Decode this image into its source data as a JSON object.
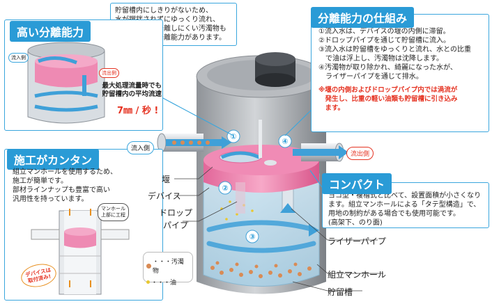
{
  "top_box": {
    "lines": [
      "貯留槽内にしきりがないため、",
      "水が撹拌されずにゆっくり流れ、",
      "油の他、水と分離しにくい汚濁物も",
      "捕捉する高い分離能力があります。"
    ]
  },
  "high_separation": {
    "title": "高い分離能力",
    "inflow_tag": "流入側",
    "outflow_tag": "流出側",
    "note_lines": [
      "最大処理流量時でも",
      "貯留槽内の平均流速"
    ],
    "speed": "7㎜ / 秒 !"
  },
  "mechanism": {
    "title": "分離能力の仕組み",
    "steps": [
      "①流入水は、デバイスの堰の内側に滞留。",
      "②ドロップパイプを通じて貯留槽に流入。",
      "③流入水は貯留槽をゆっくりと流れ、水との比重",
      "　で油は浮上し、汚濁物は沈降します。",
      "④汚濁物が取り除かれ、綺麗になった水が、",
      "　ライザーパイプを通じて排水。"
    ],
    "note_lines": [
      "※堰の内側およびドロップパイプ内では渦流が",
      "　発生し、比重の軽い油類も貯留槽に引き込み",
      "　ます。"
    ]
  },
  "construction": {
    "title": "施工がカンタン",
    "lines": [
      "組立マンホールを使用するため、",
      "施工が簡単です。",
      "部材ラインナップも豊富で高い",
      "汎用性を持っています。"
    ],
    "tag_manhole": [
      "マンホール",
      "上部に工程"
    ],
    "tag_device": [
      "デバイスは",
      "取付済み!"
    ]
  },
  "compact": {
    "title": "コンパクト",
    "lines": [
      "ヨコ型・複槽式と比べて、設置面積が小さくなり",
      "ます。組立マンホールによる「タテ型構造」で、",
      "用地の制約がある場合でも使用可能です。",
      "(高架下、のり面)"
    ]
  },
  "legend": {
    "pollutant": "・・・汚濁物",
    "oil": "・・・油"
  },
  "main": {
    "inflow": "流入側",
    "outflow": "流出側",
    "numbers": [
      "①",
      "②",
      "③",
      "④"
    ],
    "labels": {
      "weir": "堰",
      "device": "デバイス",
      "drop_pipe_1": "ドロップ",
      "drop_pipe_2": "パイプ",
      "riser_pipe": "ライザーパイプ",
      "manhole": "組立マンホール",
      "tank": "貯留槽"
    }
  },
  "colors": {
    "accent": "#2a9bd6",
    "device_pink": "#ea6fa0",
    "red": "#e53322"
  }
}
